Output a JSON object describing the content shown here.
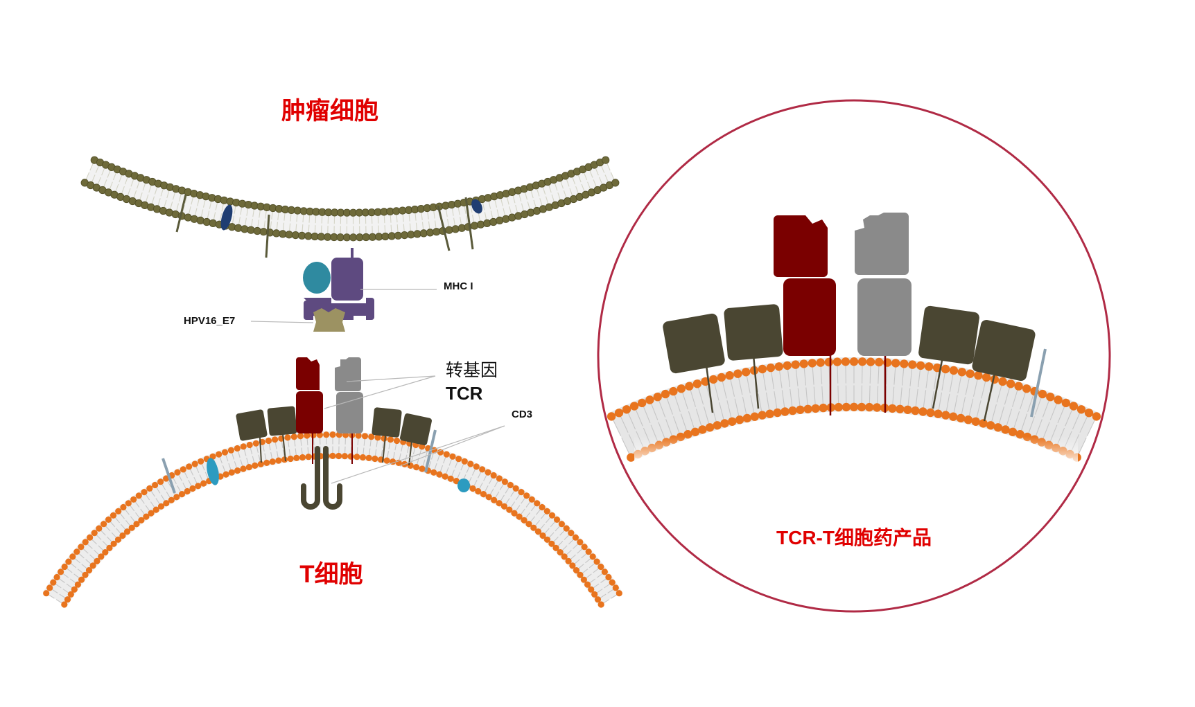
{
  "labels": {
    "tumor_cell": "肿瘤细胞",
    "t_cell": "T细胞",
    "mhc": "MHC I",
    "antigen": "HPV16_E7",
    "tcr_line1": "转基因",
    "tcr_line2": "TCR",
    "cd3": "CD3",
    "product": "TCR-T细胞药产品"
  },
  "colors": {
    "title_red": "#e00000",
    "tumor_head": "#6e6a3a",
    "tumor_head_stroke": "#4f4c24",
    "orange_head": "#e8741e",
    "tail": "#c6c6c6",
    "membrane_core": "#f2f2f2",
    "tcr_alpha": "#7a0000",
    "tcr_beta": "#8a8a8a",
    "cd3": "#4a4632",
    "mhc": "#5e4a80",
    "b2m": "#2f8aa0",
    "peptide": "#9c9262",
    "circle": "#b02a45",
    "channel_blue": "#2c9bc0",
    "dark_blue": "#1f3d72"
  }
}
